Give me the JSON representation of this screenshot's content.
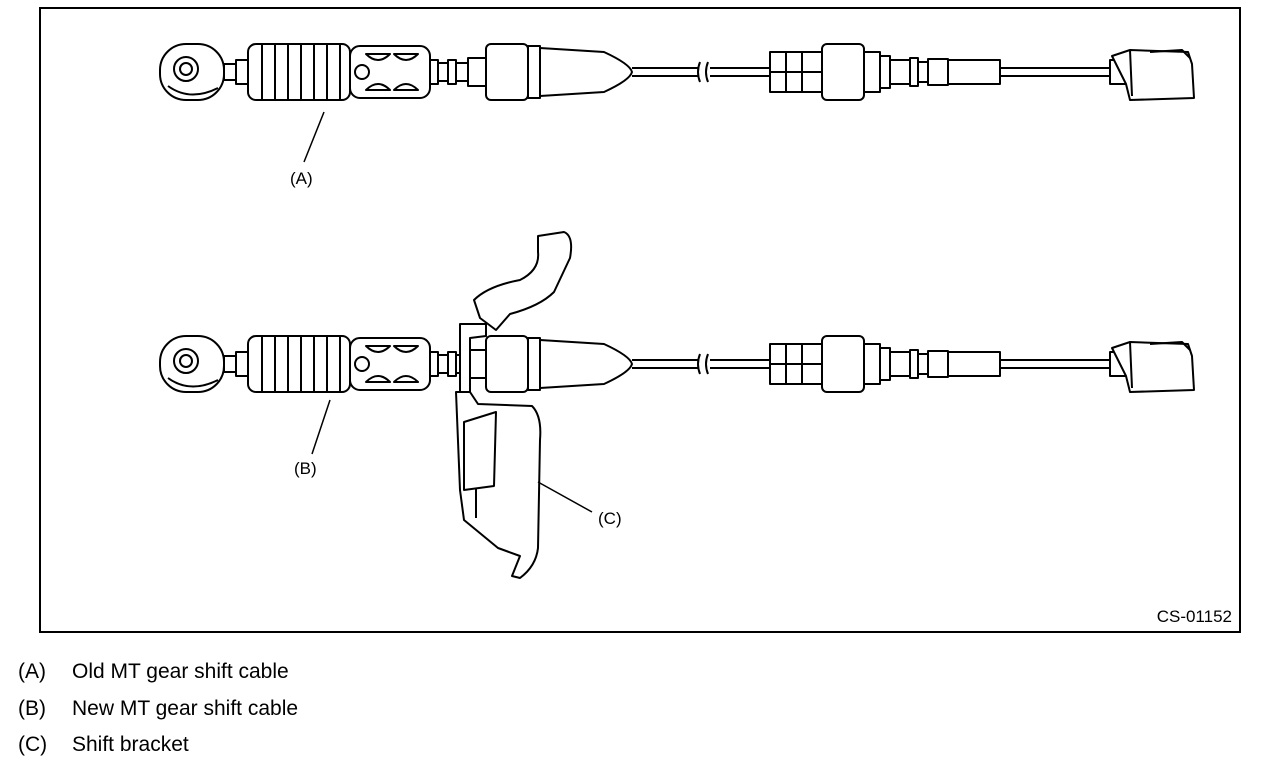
{
  "figure": {
    "code": "CS-01152",
    "callouts": {
      "a": "(A)",
      "b": "(B)",
      "c": "(C)"
    }
  },
  "legend": [
    {
      "key": "(A)",
      "text": "Old MT gear shift cable"
    },
    {
      "key": "(B)",
      "text": "New MT gear shift cable"
    },
    {
      "key": "(C)",
      "text": "Shift bracket"
    }
  ]
}
